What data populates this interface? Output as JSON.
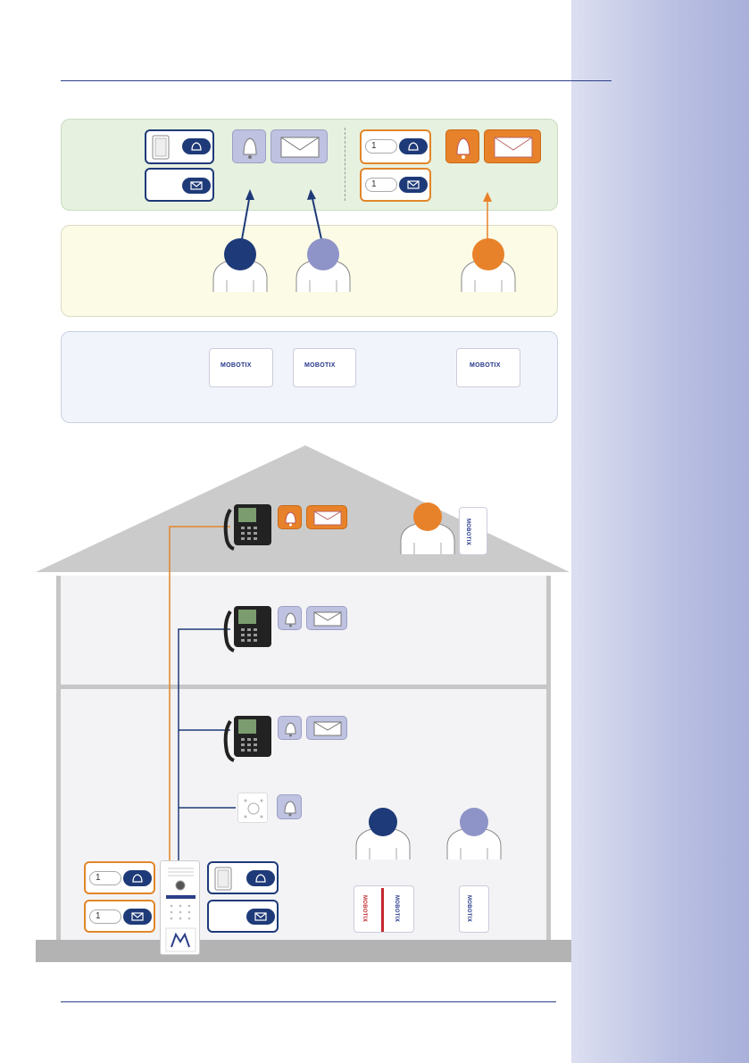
{
  "colors": {
    "sidebar": "#b9bfe2",
    "rule": "#2b3f87",
    "navy": "#1e3a78",
    "lavender": "#bfc2e0",
    "orange": "#e8822a",
    "panel_green": "#e7f1df",
    "panel_yellow": "#fbfbe6",
    "panel_blue": "#f1f4fa",
    "roof": "#cbcbcb",
    "house_interior": "#f3f3f5"
  },
  "labels": {
    "camera_brand": "MOBOTIX",
    "button_number": "1"
  },
  "icons": {
    "bell": "bell-icon",
    "mail": "mail-icon",
    "book": "book-icon",
    "person": "person-icon",
    "phone": "ip-phone-icon",
    "intercom": "door-station-icon",
    "sensor": "bell-sensor-icon",
    "camera": "camera-module-icon"
  },
  "people": [
    {
      "id": "resident-navy",
      "color": "#1e3a78"
    },
    {
      "id": "resident-lavender",
      "color": "#8e94c8"
    },
    {
      "id": "resident-orange",
      "color": "#e8822a"
    }
  ]
}
